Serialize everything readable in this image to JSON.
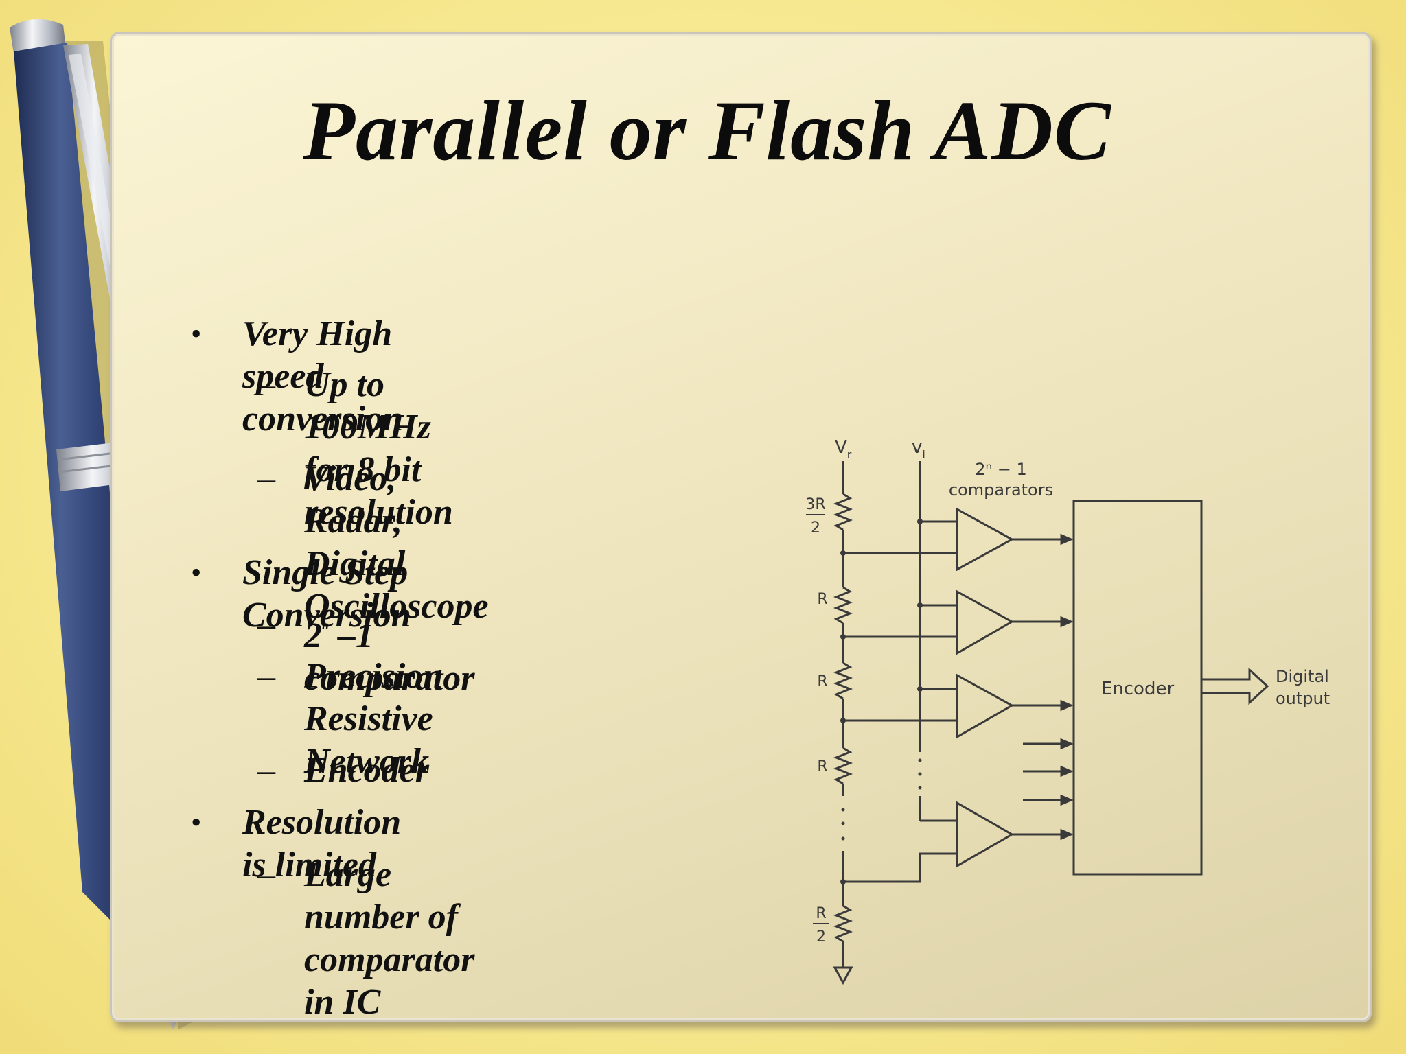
{
  "slide": {
    "title": "Parallel or Flash ADC"
  },
  "bullets": {
    "b1": "Very High speed conversion",
    "b1_s1_l1": "Up to 100MHz for 8 bit",
    "b1_s1_l2": "resolution",
    "b1_s2_l1": "Video, Radar, Digital",
    "b1_s2_l2": "Oscilloscope",
    "b2": "Single Step Conversion",
    "b2_s1_base": "2",
    "b2_s1_sup": "n",
    "b2_s1_rest": " –1 comparator",
    "b2_s2_l1": "Precision Resistive",
    "b2_s2_l2": "Network",
    "b2_s3": "Encoder",
    "b3": "Resolution is limited",
    "b3_s1_l1": "Large number of",
    "b3_s1_l2": "comparator in IC",
    "bullet_mark": "•",
    "dash_mark": "–"
  },
  "diagram": {
    "vr": "V",
    "vr_sub": "r",
    "vi": "v",
    "vi_sub": "i",
    "comparators_l1": "2ⁿ − 1",
    "comparators_l2": "comparators",
    "r_top_num": "3R",
    "r_top_den": "2",
    "r_mid": "R",
    "r_bot_num": "R",
    "r_bot_den": "2",
    "encoder": "Encoder",
    "output_l1": "Digital",
    "output_l2": "output"
  },
  "colors": {
    "pen_body": "#2f4270",
    "pen_highlight": "#5a6f9e",
    "chrome": "#c8ccd4",
    "text": "#111111",
    "diagram_ink": "#3a3a3a"
  }
}
